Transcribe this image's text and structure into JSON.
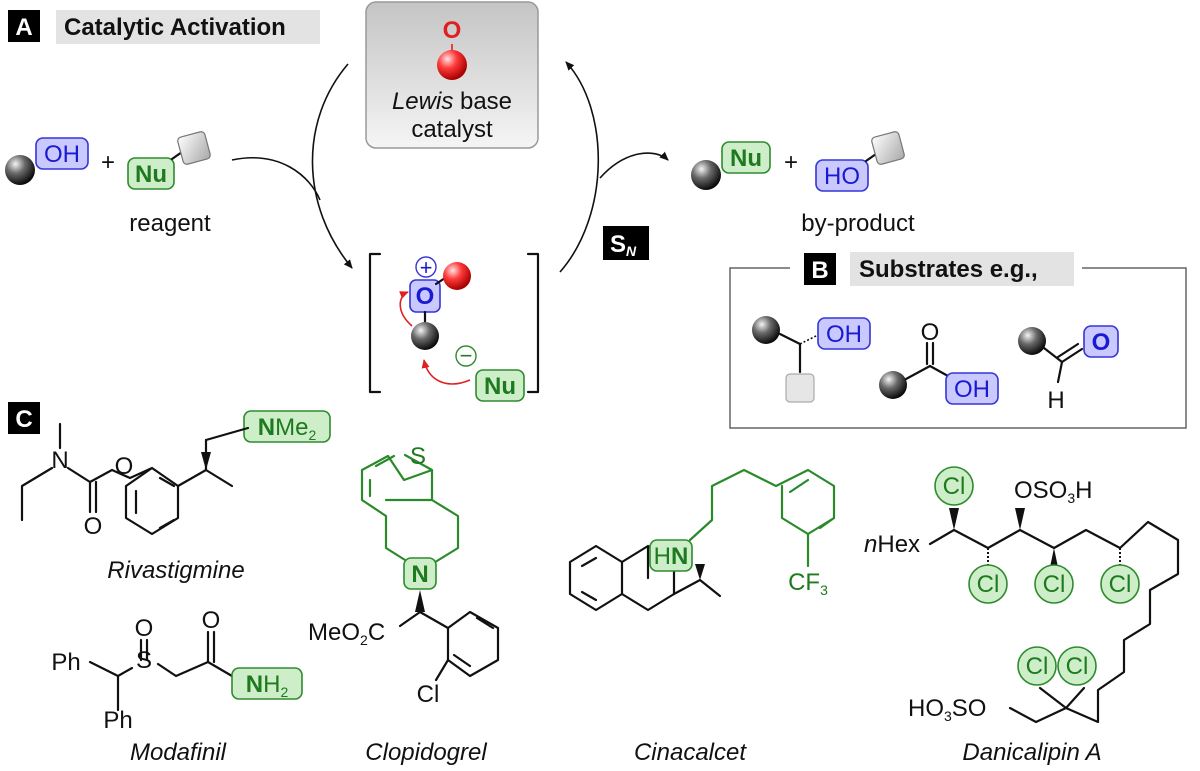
{
  "panel_a": {
    "letter": "A",
    "title": "Catalytic Activation",
    "catalyst_line1_italic": "Lewis",
    "catalyst_line1_rest": " base",
    "catalyst_line2": "catalyst",
    "catalyst_atom": "O",
    "oh": "OH",
    "plus": "+",
    "nu": "Nu",
    "reagent": "reagent",
    "plus_charge": "+",
    "minus_charge": "−",
    "int_o": "O",
    "int_nu": "Nu",
    "sn_main": "S",
    "sn_sub": "N",
    "prod_nu": "Nu",
    "prod_plus": "+",
    "ho": "HO",
    "byproduct": "by-product"
  },
  "panel_b": {
    "letter": "B",
    "title": "Substrates e.g.,",
    "oh1": "OH",
    "o_acid": "O",
    "oh2": "OH",
    "o_ald": "O",
    "h_ald": "H"
  },
  "panel_c": {
    "letter": "C",
    "rivastigmine": {
      "name": "Rivastigmine",
      "n": "N",
      "o_ester": "O",
      "o_carbonyl": "O",
      "nme2_n": "N",
      "nme2_me": "Me",
      "nme2_sub": "2"
    },
    "modafinil": {
      "name": "Modafinil",
      "o1": "O",
      "s": "S",
      "o2": "O",
      "ph1": "Ph",
      "ph2": "Ph",
      "nh_n": "N",
      "nh_h": "H",
      "nh_sub": "2"
    },
    "clopidogrel": {
      "name": "Clopidogrel",
      "s": "S",
      "n": "N",
      "meo": "MeO",
      "meo_sub": "2",
      "meo_c": "C",
      "cl": "Cl"
    },
    "cinacalcet": {
      "name": "Cinacalcet",
      "hn_h": "H",
      "hn_n": "N",
      "cf": "CF",
      "cf_sub": "3"
    },
    "danicalipin": {
      "name": "Danicalipin A",
      "hex_prefix": "n",
      "hex": "Hex",
      "oso": "OSO",
      "oso_sub": "3",
      "oso_h": "H",
      "cl": "Cl",
      "ho3": "HO",
      "ho3_sub": "3",
      "so": "SO"
    }
  }
}
